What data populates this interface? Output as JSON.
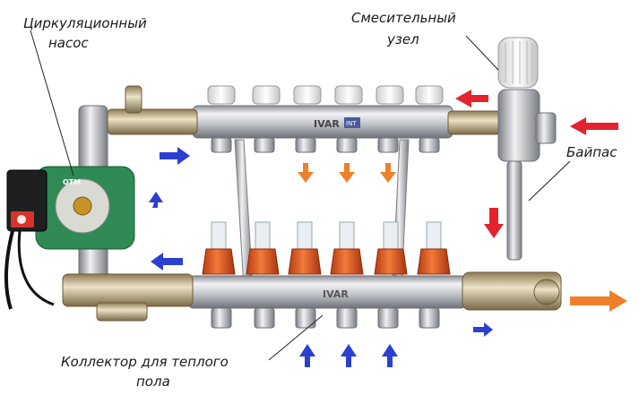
{
  "labels": {
    "pump_line1": "Циркуляционный",
    "pump_line2": "насос",
    "mixer_line1": "Смесительный",
    "mixer_line2": "узел",
    "bypass": "Байпас",
    "collector_line1": "Коллектор для теплого",
    "collector_line2": "пола"
  },
  "brand": {
    "collector_logo": "IVAR",
    "collector_badge": "INT",
    "pump_brand": "OTM"
  },
  "colors": {
    "supply_arrow": "#e3232f",
    "return_arrow": "#2b3fd0",
    "outflow_arrow": "#f07f2a",
    "flowmeter_cap": "#e85a1f",
    "pump_body": "#2f8a55",
    "pump_motor": "#d8332a",
    "metal": "#c9ccd1"
  },
  "icons": {
    "supply": "arrow-left-red",
    "return": "arrow-right-blue",
    "loop_supply": "arrow-down-orange",
    "loop_return": "arrow-up-blue",
    "outflow": "arrow-right-orange"
  }
}
